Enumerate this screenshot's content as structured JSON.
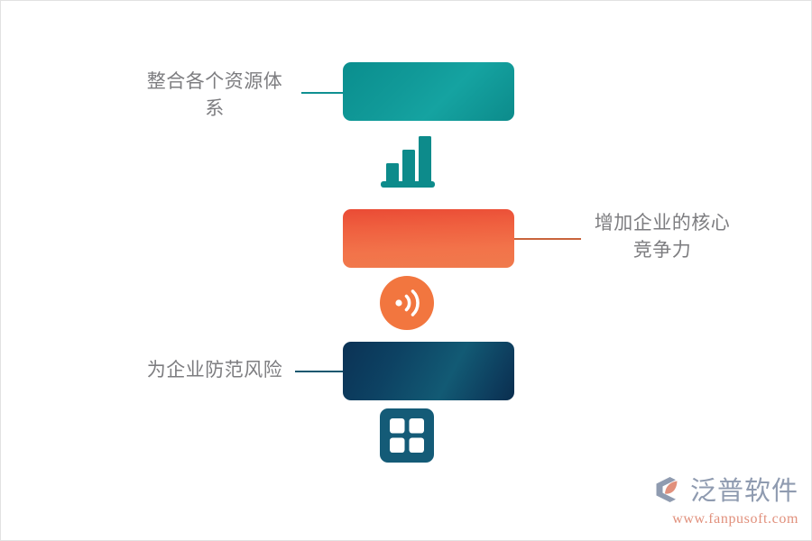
{
  "page": {
    "background_color": "#ffffff",
    "border_color": "#e2e2e2"
  },
  "infographic": {
    "items": [
      {
        "label": "整合各个资源体\n系",
        "label_side": "left",
        "bar_color": "#109a99",
        "connector_color": "#0f9091",
        "icon": "bar-chart-icon",
        "icon_color": "#108a8a"
      },
      {
        "label": "增加企业的核心\n竞争力",
        "label_side": "right",
        "bar_color": "#ef6240",
        "connector_color": "#c9643c",
        "icon": "signal-broadcast-icon",
        "icon_color": "#f2763f"
      },
      {
        "label": "为企业防范风险",
        "label_side": "left",
        "bar_color": "#0d4263",
        "connector_color": "#14576f",
        "icon": "grid-squares-icon",
        "icon_color": "#145b77"
      }
    ]
  },
  "logo": {
    "name": "泛普软件",
    "url": "www.fanpusoft.com",
    "mark_color": "#8f9bb0",
    "mark_accent_color": "#e1907c",
    "text_color": "#8f9bb0",
    "url_color": "#e1907c"
  }
}
